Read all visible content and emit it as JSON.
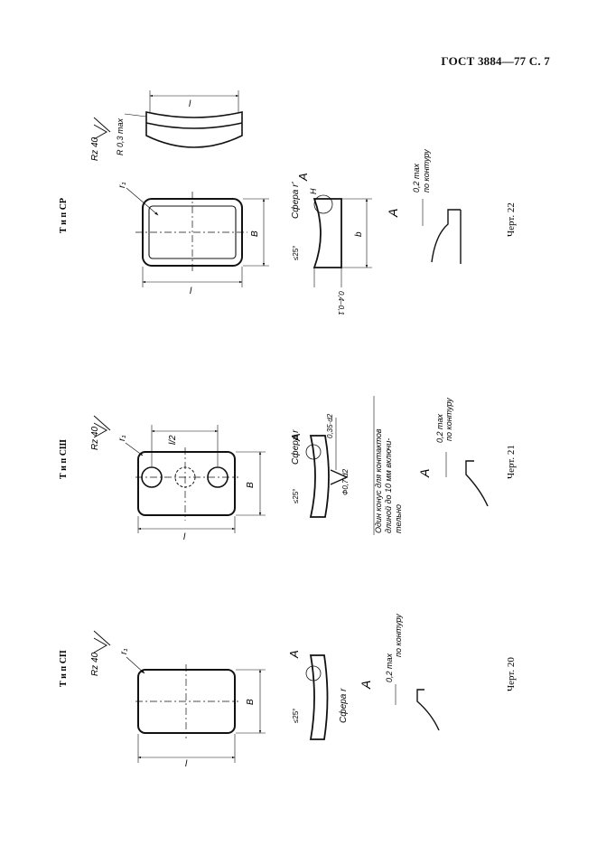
{
  "header": {
    "standard": "ГОСТ 3884—77 С. 7"
  },
  "types": {
    "sp": "Т и п  СП",
    "ssh": "Т и п  СШ",
    "sr": "Т и п  СР"
  },
  "figures": {
    "sp": "Черт. 20",
    "ssh": "Черт. 21",
    "sr": "Черт. 22"
  },
  "roughness": {
    "sp": "Rz 40",
    "ssh": "Rz 40",
    "sr": "Rz 40"
  },
  "labels": {
    "length": "l",
    "width": "B",
    "half_length": "l/2",
    "corner_radius": "r₁",
    "sphere": "Сфера r",
    "sphere_r": "Сфера r'",
    "view": "A",
    "h": "H",
    "b": "b",
    "angle": "≤25°",
    "contour_max": "0,2 max",
    "contour_note": "по контуру",
    "radius_max": "R 0,3 max",
    "cone_dia": "Ф0,7·d2",
    "cone_height": "0,35·d2",
    "cone_note_1": "Один конус для контактов",
    "cone_note_2": "длиной  до 10 мм включи-",
    "cone_note_3": "тельно",
    "tolerance": "0,4–0,1"
  }
}
